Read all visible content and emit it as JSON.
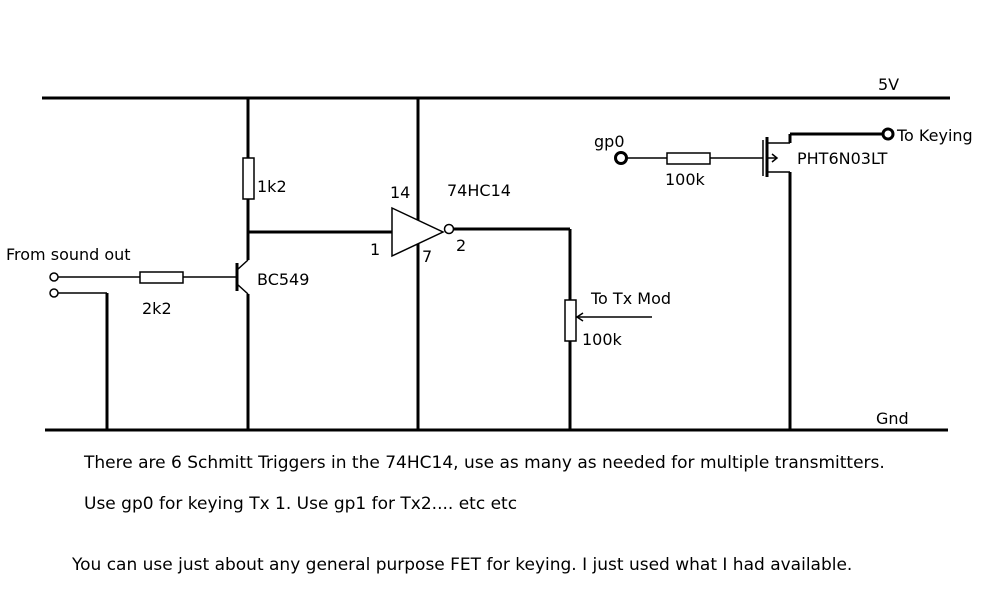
{
  "rails": {
    "supply": "5V",
    "ground": "Gnd"
  },
  "labels": {
    "input": "From sound out",
    "r_base": "2k2",
    "r_collector": "1k2",
    "transistor": "BC549",
    "ic": "74HC14",
    "pin_vcc": "14",
    "pin_in": "1",
    "pin_out": "2",
    "pin_gnd": "7",
    "pot": "100k",
    "tx_mod": "To Tx Mod",
    "gp0": "gp0",
    "r_gate": "100k",
    "fet": "PHT6N03LT",
    "keying": "To Keying"
  },
  "notes": {
    "line1": "There are 6 Schmitt Triggers in the 74HC14, use as many as needed for multiple transmitters.",
    "line2": "Use gp0 for keying Tx 1. Use gp1 for Tx2.... etc etc",
    "line3": "You can use just about any general purpose FET for keying. I just used what I had available."
  }
}
